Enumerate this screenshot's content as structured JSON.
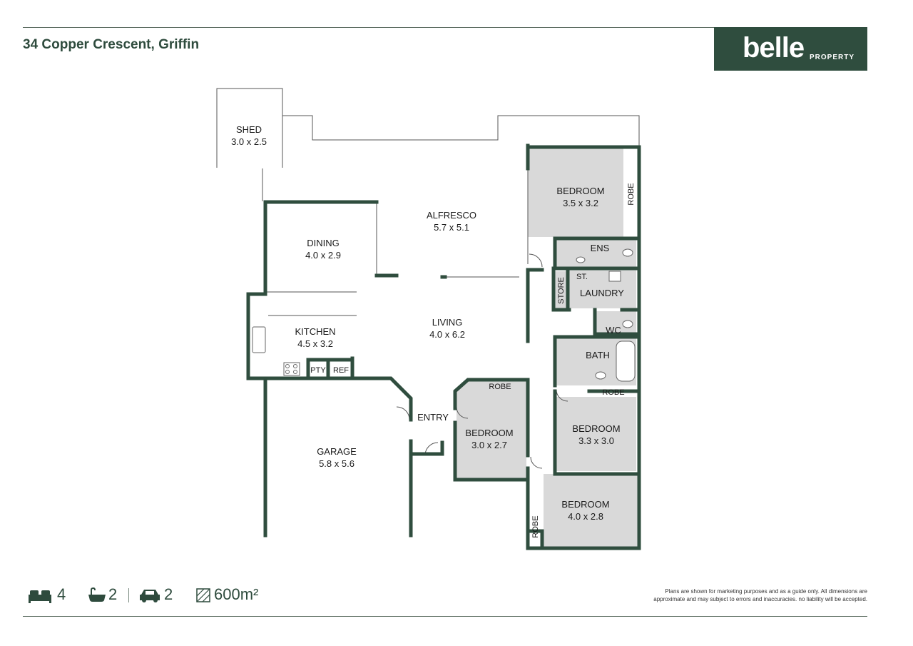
{
  "header": {
    "address": "34 Copper Crescent, Griffin"
  },
  "logo": {
    "brand": "belle",
    "sub": "PROPERTY",
    "background": "#2f4d3e"
  },
  "colors": {
    "wall": "#2f4d3e",
    "room_shade": "#d9d9d9",
    "text": "#1a1a1a"
  },
  "rooms": {
    "shed": {
      "name": "SHED",
      "dims": "3.0 x 2.5"
    },
    "alfresco": {
      "name": "ALFRESCO",
      "dims": "5.7 x 5.1"
    },
    "dining": {
      "name": "DINING",
      "dims": "4.0 x 2.9"
    },
    "kitchen": {
      "name": "KITCHEN",
      "dims": "4.5 x 3.2"
    },
    "living": {
      "name": "LIVING",
      "dims": "4.0 x 6.2"
    },
    "garage": {
      "name": "GARAGE",
      "dims": "5.8 x 5.6"
    },
    "entry": {
      "name": "ENTRY"
    },
    "bed_main": {
      "name": "BEDROOM",
      "dims": "3.5 x 3.2"
    },
    "bed_front": {
      "name": "BEDROOM",
      "dims": "3.0 x 2.7"
    },
    "bed_mid": {
      "name": "BEDROOM",
      "dims": "3.3 x 3.0"
    },
    "bed_rear": {
      "name": "BEDROOM",
      "dims": "4.0 x 2.8"
    },
    "ens": {
      "name": "ENS"
    },
    "laundry": {
      "name": "LAUNDRY"
    },
    "store": {
      "name": "STORE"
    },
    "st": {
      "name": "ST."
    },
    "wc": {
      "name": "WC"
    },
    "bath": {
      "name": "BATH"
    },
    "robe_main": {
      "name": "ROBE"
    },
    "robe_front": {
      "name": "ROBE"
    },
    "robe_mid": {
      "name": "ROBE"
    },
    "robe_rear": {
      "name": "ROBE"
    },
    "pty": {
      "name": "PTY"
    },
    "ref": {
      "name": "REF"
    }
  },
  "stats": {
    "bedrooms": "4",
    "bathrooms": "2",
    "cars": "2",
    "land": "600m²",
    "bed_icon": "bed-icon",
    "bath_icon": "bathtub-icon",
    "car_icon": "car-icon",
    "land_icon": "land-area-icon"
  },
  "disclaimer": {
    "line1": "Plans are shown for marketing purposes and as a guide only. All dimensions are",
    "line2": "approximate and may subject to errors and inaccuracies. no liability will be accepted."
  }
}
